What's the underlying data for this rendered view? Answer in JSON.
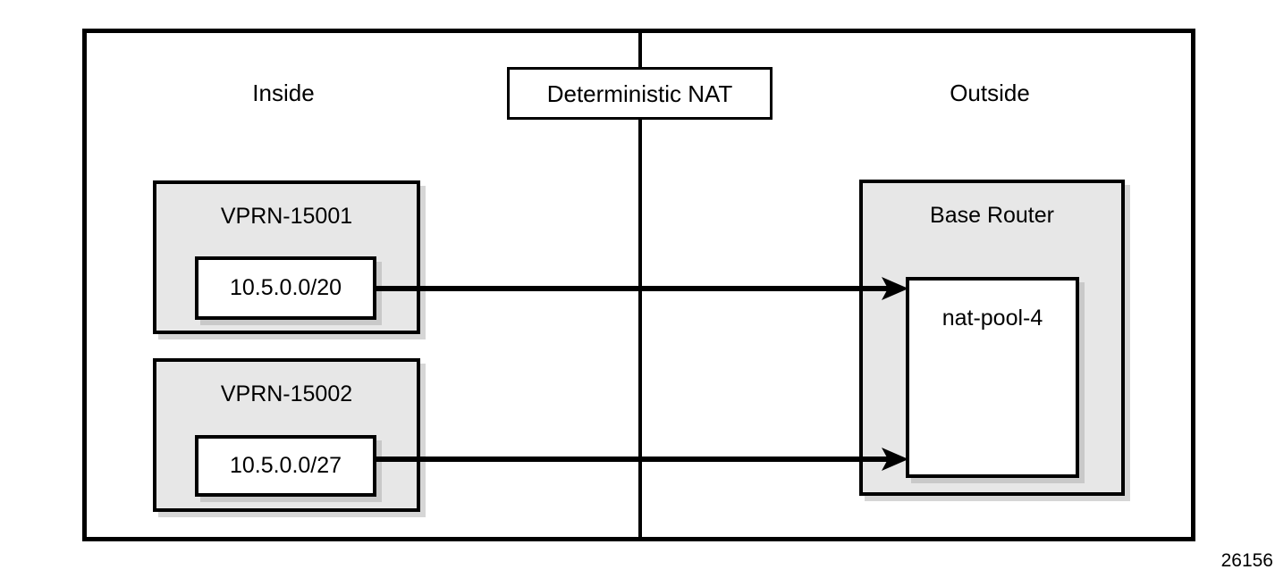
{
  "figure": {
    "number": "26156"
  },
  "zones": {
    "inside_label": "Inside",
    "outside_label": "Outside"
  },
  "nat": {
    "box_label": "Deterministic NAT"
  },
  "inside": {
    "panels": [
      {
        "title": "VPRN-15001",
        "prefix": "10.5.0.0/20"
      },
      {
        "title": "VPRN-15002",
        "prefix": "10.5.0.0/27"
      }
    ]
  },
  "outside": {
    "panel": {
      "title": "Base Router",
      "pool": "nat-pool-4"
    }
  },
  "colors": {
    "line": "#000000",
    "panel_fill": "#e7e7e7",
    "inner_fill": "#ffffff",
    "background": "#ffffff"
  },
  "arrows": [
    {
      "from": "10.5.0.0/20",
      "to": "nat-pool-4"
    },
    {
      "from": "10.5.0.0/27",
      "to": "nat-pool-4"
    }
  ]
}
